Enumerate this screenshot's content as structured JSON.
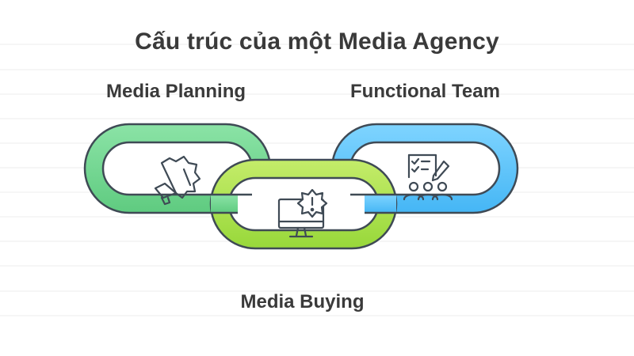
{
  "title": "Cấu trúc của một Media Agency",
  "links": [
    {
      "label": "Media Planning",
      "icon": "megaphone-icon",
      "color": "#6fd68f"
    },
    {
      "label": "Media Buying",
      "icon": "monitor-alert-icon",
      "color": "#a8e04a"
    },
    {
      "label": "Functional Team",
      "icon": "team-checklist-icon",
      "color": "#5bc4ff"
    }
  ],
  "colors": {
    "text": "#3a3a3a",
    "outline": "#3f4a55",
    "green": "#6fd68f",
    "lime": "#a8e04a",
    "blue": "#5bc4ff"
  }
}
